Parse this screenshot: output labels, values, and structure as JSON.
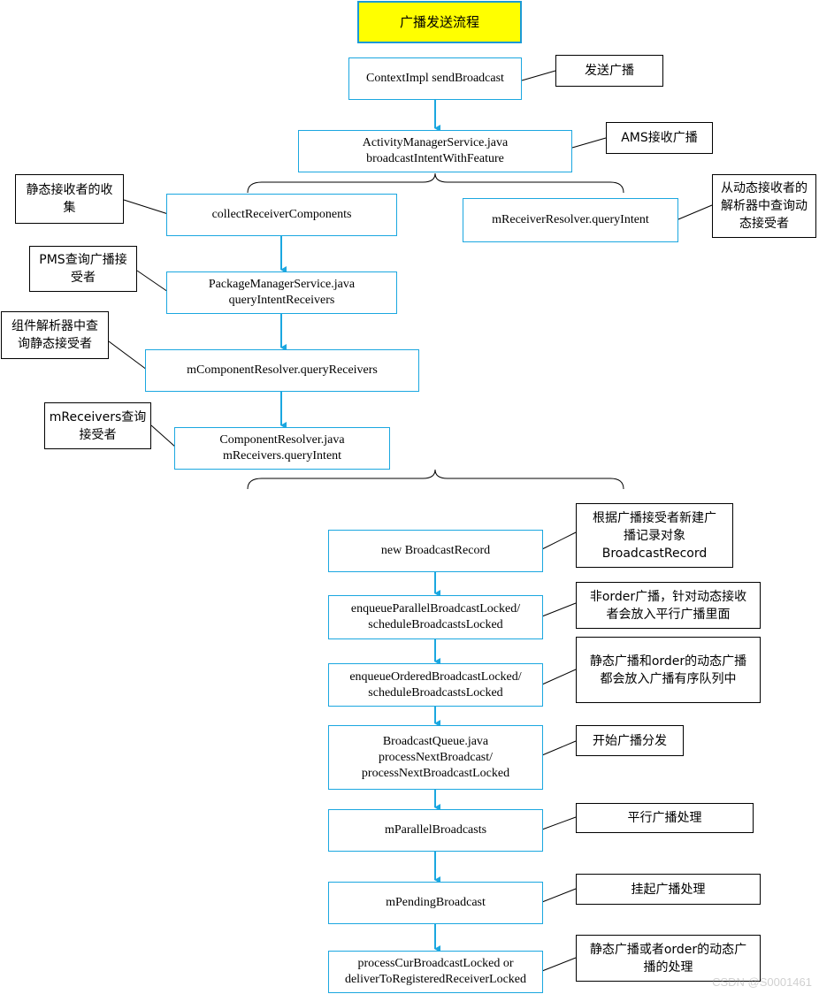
{
  "title": "广播发送流程",
  "nodes": {
    "context_send": "ContextImpl sendBroadcast",
    "ams": "ActivityManagerService.java\nbroadcastIntentWithFeature",
    "collect": "collectReceiverComponents",
    "resolver_query": "mReceiverResolver.queryIntent",
    "pms": "PackageManagerService.java\nqueryIntentReceivers",
    "component_resolver": "mComponentResolver.queryReceivers",
    "component_java": "ComponentResolver.java\nmReceivers.queryIntent",
    "new_record": "new BroadcastRecord",
    "enqueue_parallel": "enqueueParallelBroadcastLocked/\nscheduleBroadcastsLocked",
    "enqueue_ordered": "enqueueOrderedBroadcastLocked/\nscheduleBroadcastsLocked",
    "queue": "BroadcastQueue.java\nprocessNextBroadcast/\nprocessNextBroadcastLocked",
    "parallel": "mParallelBroadcasts",
    "pending": "mPendingBroadcast",
    "deliver": "processCurBroadcastLocked or\ndeliverToRegisteredReceiverLocked"
  },
  "notes": {
    "send": "发送广播",
    "ams_receive": "AMS接收广播",
    "static_collect": "静态接收者的收\n集",
    "dynamic_query": "从动态接收者的\n解析器中查询动\n态接受者",
    "pms_query": "PMS查询广播接\n受者",
    "component_query": "组件解析器中查\n询静态接受者",
    "receivers_query": "mReceivers查询\n接受者",
    "new_record": "根据广播接受者新建广\n播记录对象\nBroadcastRecord",
    "non_order": "非order广播，针对动态接收\n者会放入平行广播里面",
    "ordered": "静态广播和order的动态广播\n都会放入广播有序队列中",
    "dispatch": "开始广播分发",
    "parallel_handle": "平行广播处理",
    "pending_handle": "挂起广播处理",
    "ordered_handle": "静态广播或者order的动态广\n播的处理"
  },
  "watermark": "CSDN @S0001461",
  "colors": {
    "flow_line": "#1ba7e0",
    "title_bg": "#ffff00",
    "title_border": "#1a9ad6"
  }
}
